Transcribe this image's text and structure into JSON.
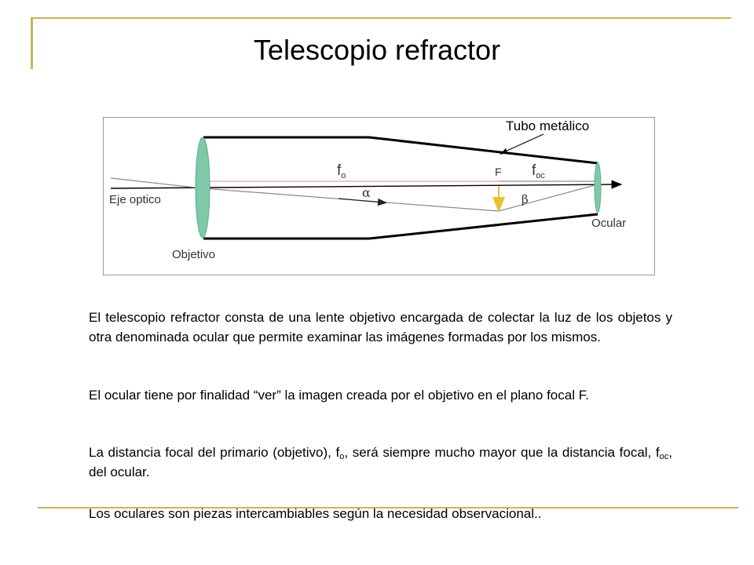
{
  "colors": {
    "frame_accent": "#c8b55a",
    "lens": "#7fc9a6",
    "axis": "#000000",
    "focal_line": "#d9a4a4",
    "ray": "#8a8a8a",
    "image_arrow": "#e6c230",
    "border": "#9a9a9a"
  },
  "title": "Telescopio refractor",
  "diagram": {
    "tube_label": "Tubo metálico",
    "axis_label": "Eje optico",
    "objective_label": "Objetivo",
    "ocular_label": "Ocular",
    "focus_label": "F",
    "fo_main": "f",
    "fo_sub": "o",
    "foc_main": "f",
    "foc_sub": "oc",
    "alpha": "α",
    "beta": "β",
    "icons": [
      "objective-lens-icon",
      "ocular-lens-icon",
      "image-arrow-icon"
    ]
  },
  "paragraphs": {
    "p1": "El telescopio refractor consta de una lente objetivo encargada de colectar la luz de los objetos y otra denominada ocular que permite examinar las imágenes formadas por los mismos.",
    "p2": "El ocular tiene por finalidad “ver” la imagen creada por el objetivo en el plano focal F.",
    "p3_a": "La distancia focal del primario (objetivo), f",
    "p3_sub1": "o",
    "p3_b": ", será siempre mucho mayor que la distancia focal, f",
    "p3_sub2": "oc",
    "p3_c": ", del ocular.",
    "p4": "Los oculares son piezas intercambiables según la necesidad observacional.."
  }
}
